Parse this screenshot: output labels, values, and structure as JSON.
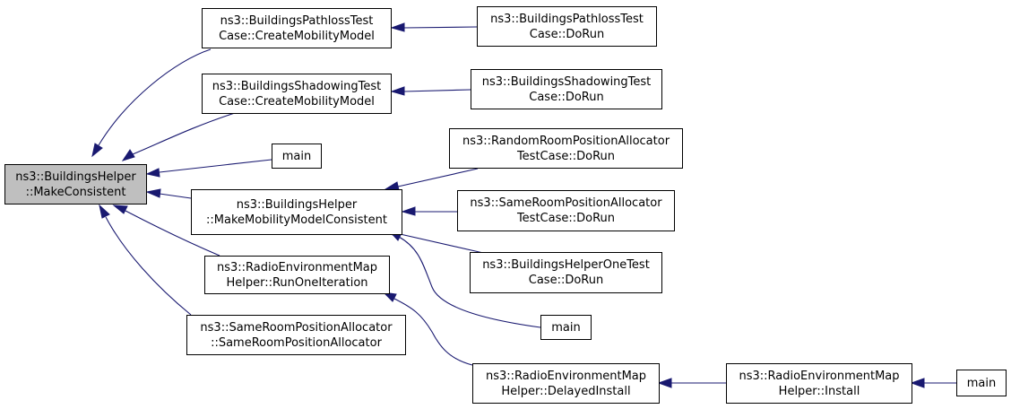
{
  "nodes": {
    "make_consistent": [
      "ns3::BuildingsHelper",
      "::MakeConsistent"
    ],
    "pathloss_create": [
      "ns3::BuildingsPathlossTest",
      "Case::CreateMobilityModel"
    ],
    "pathloss_dorun": [
      "ns3::BuildingsPathlossTest",
      "Case::DoRun"
    ],
    "shadowing_create": [
      "ns3::BuildingsShadowingTest",
      "Case::CreateMobilityModel"
    ],
    "shadowing_dorun": [
      "ns3::BuildingsShadowingTest",
      "Case::DoRun"
    ],
    "main_1": [
      "main"
    ],
    "make_mobility_consistent": [
      "ns3::BuildingsHelper",
      "::MakeMobilityModelConsistent"
    ],
    "random_room_dorun": [
      "ns3::RandomRoomPositionAllocator",
      "TestCase::DoRun"
    ],
    "same_room_test_dorun": [
      "ns3::SameRoomPositionAllocator",
      "TestCase::DoRun"
    ],
    "helper_one_test_dorun": [
      "ns3::BuildingsHelperOneTest",
      "Case::DoRun"
    ],
    "main_2": [
      "main"
    ],
    "rem_run_one_iteration": [
      "ns3::RadioEnvironmentMap",
      "Helper::RunOneIteration"
    ],
    "same_room_ctor": [
      "ns3::SameRoomPositionAllocator",
      "::SameRoomPositionAllocator"
    ],
    "rem_delayed_install": [
      "ns3::RadioEnvironmentMap",
      "Helper::DelayedInstall"
    ],
    "rem_install": [
      "ns3::RadioEnvironmentMap",
      "Helper::Install"
    ],
    "main_3": [
      "main"
    ]
  },
  "edges": [
    {
      "from": "pathloss_create",
      "to": "make_consistent"
    },
    {
      "from": "shadowing_create",
      "to": "make_consistent"
    },
    {
      "from": "main_1",
      "to": "make_consistent"
    },
    {
      "from": "make_mobility_consistent",
      "to": "make_consistent"
    },
    {
      "from": "rem_run_one_iteration",
      "to": "make_consistent"
    },
    {
      "from": "same_room_ctor",
      "to": "make_consistent"
    },
    {
      "from": "pathloss_dorun",
      "to": "pathloss_create"
    },
    {
      "from": "shadowing_dorun",
      "to": "shadowing_create"
    },
    {
      "from": "random_room_dorun",
      "to": "make_mobility_consistent"
    },
    {
      "from": "same_room_test_dorun",
      "to": "make_mobility_consistent"
    },
    {
      "from": "helper_one_test_dorun",
      "to": "make_mobility_consistent"
    },
    {
      "from": "main_2",
      "to": "make_mobility_consistent"
    },
    {
      "from": "rem_delayed_install",
      "to": "rem_run_one_iteration"
    },
    {
      "from": "rem_install",
      "to": "rem_delayed_install"
    },
    {
      "from": "main_3",
      "to": "rem_install"
    }
  ],
  "colors": {
    "edge": "#191970",
    "root_fill": "#bfbfbf",
    "node_border": "#000000"
  }
}
